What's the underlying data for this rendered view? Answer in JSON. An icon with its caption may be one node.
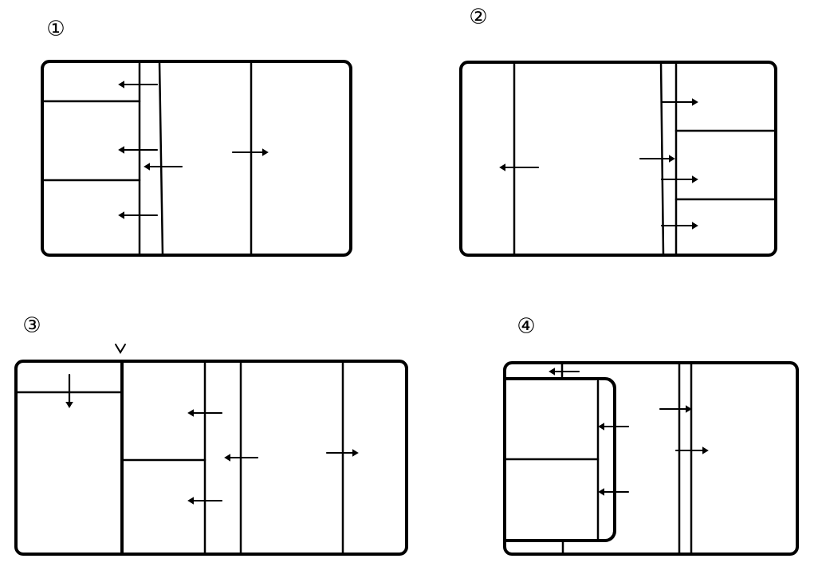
{
  "diagram": {
    "labels": [
      "①",
      "②",
      "③",
      "④"
    ]
  }
}
